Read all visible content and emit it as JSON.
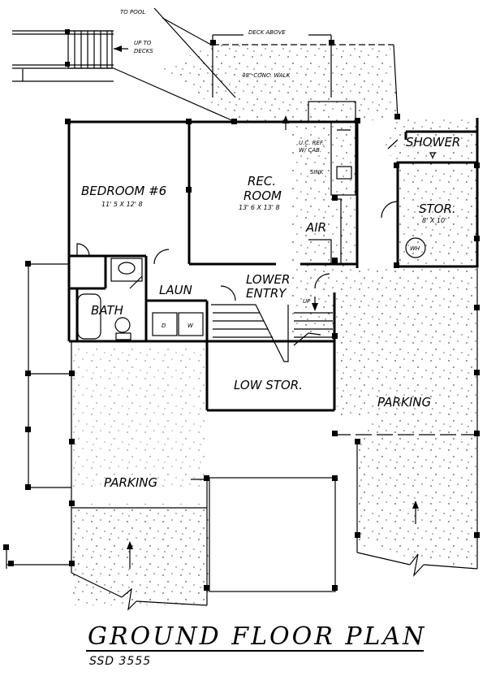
{
  "notes": {
    "to_pool": "TO POOL",
    "up_to_decks_1": "UP TO",
    "up_to_decks_2": "DECKS",
    "deck_above": "DECK ABOVE",
    "walk": "48\" CONC. WALK",
    "uc_ref_1": "U.C. REF.",
    "uc_ref_2": "W/ CAB.",
    "sink": "SINK",
    "wh": "WH",
    "up": "UP"
  },
  "rooms": {
    "bedroom": {
      "name": "BEDROOM #6",
      "dims": "11' 5 X 12' 8"
    },
    "rec_room_1": "REC.",
    "rec_room_2": "ROOM",
    "rec_dims": "13' 6 X 13' 8",
    "air": "AIR",
    "shower": "SHOWER",
    "stor": {
      "name": "STOR.",
      "dims": "8' X 10'"
    },
    "laun": "LAUN",
    "bath": "BATH",
    "lower_entry_1": "LOWER",
    "lower_entry_2": "ENTRY",
    "low_stor": "LOW STOR.",
    "parking_left": "PARKING",
    "parking_right": "PARKING",
    "washer_d": "D",
    "washer_w": "W"
  },
  "footer": {
    "title": "GROUND FLOOR PLAN",
    "code": "SSD 3555"
  }
}
